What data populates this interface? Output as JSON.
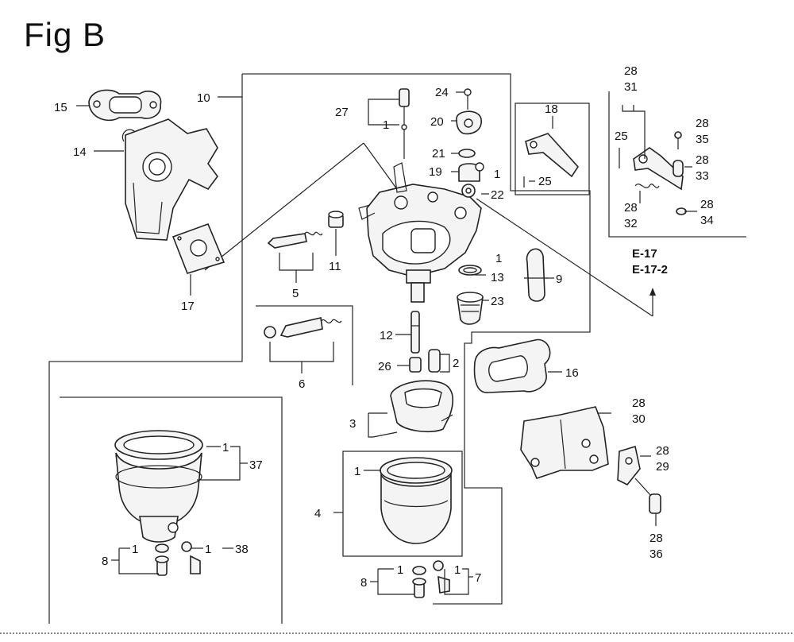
{
  "figure": {
    "title": "Fig B"
  },
  "callouts": [
    {
      "id": "c15",
      "text": "15"
    },
    {
      "id": "c14",
      "text": "14"
    },
    {
      "id": "c17",
      "text": "17"
    },
    {
      "id": "c10",
      "text": "10"
    },
    {
      "id": "c27",
      "text": "27"
    },
    {
      "id": "c1a",
      "text": "1"
    },
    {
      "id": "c24",
      "text": "24"
    },
    {
      "id": "c20",
      "text": "20"
    },
    {
      "id": "c21",
      "text": "21"
    },
    {
      "id": "c19",
      "text": "19"
    },
    {
      "id": "c1b",
      "text": "1"
    },
    {
      "id": "c22",
      "text": "22"
    },
    {
      "id": "c18",
      "text": "18"
    },
    {
      "id": "c25a",
      "text": "25"
    },
    {
      "id": "c11",
      "text": "11"
    },
    {
      "id": "c5",
      "text": "5"
    },
    {
      "id": "c1c",
      "text": "1"
    },
    {
      "id": "c13",
      "text": "13"
    },
    {
      "id": "c9",
      "text": "9"
    },
    {
      "id": "c23",
      "text": "23"
    },
    {
      "id": "c6",
      "text": "6"
    },
    {
      "id": "c12",
      "text": "12"
    },
    {
      "id": "c26",
      "text": "26"
    },
    {
      "id": "c2",
      "text": "2"
    },
    {
      "id": "c16",
      "text": "16"
    },
    {
      "id": "c3",
      "text": "3"
    },
    {
      "id": "c1d",
      "text": "1"
    },
    {
      "id": "c37",
      "text": "37"
    },
    {
      "id": "c1e",
      "text": "1"
    },
    {
      "id": "c4",
      "text": "4"
    },
    {
      "id": "c1f",
      "text": "1"
    },
    {
      "id": "c1g",
      "text": "1"
    },
    {
      "id": "c38",
      "text": "38"
    },
    {
      "id": "c8a",
      "text": "8"
    },
    {
      "id": "c8b",
      "text": "8"
    },
    {
      "id": "c1h",
      "text": "1"
    },
    {
      "id": "c1i",
      "text": "1"
    },
    {
      "id": "c7",
      "text": "7"
    },
    {
      "id": "c28a",
      "text": "28"
    },
    {
      "id": "c31",
      "text": "31"
    },
    {
      "id": "c25b",
      "text": "25"
    },
    {
      "id": "c28b",
      "text": "28"
    },
    {
      "id": "c35",
      "text": "35"
    },
    {
      "id": "c28c",
      "text": "28"
    },
    {
      "id": "c33",
      "text": "33"
    },
    {
      "id": "c28d",
      "text": "28"
    },
    {
      "id": "c32",
      "text": "32"
    },
    {
      "id": "c28e",
      "text": "28"
    },
    {
      "id": "c34",
      "text": "34"
    },
    {
      "id": "c28f",
      "text": "28"
    },
    {
      "id": "c30",
      "text": "30"
    },
    {
      "id": "c28g",
      "text": "28"
    },
    {
      "id": "c29",
      "text": "29"
    },
    {
      "id": "c28h",
      "text": "28"
    },
    {
      "id": "c36",
      "text": "36"
    }
  ],
  "references": {
    "e17": "E-17",
    "e17_2": "E-17-2"
  }
}
